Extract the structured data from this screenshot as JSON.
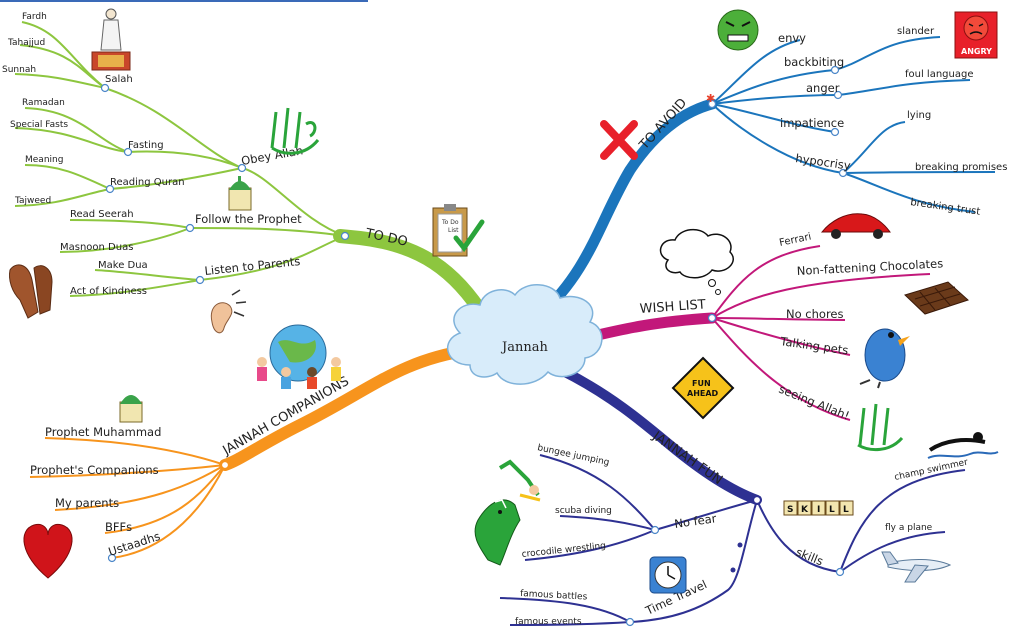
{
  "center": {
    "label": "Jannah"
  },
  "colors": {
    "todo": "#8dc63f",
    "companions": "#f7941d",
    "avoid": "#1b75bc",
    "wish": "#c2187a",
    "fun": "#2e3192",
    "accent_red": "#e8202a"
  },
  "branches": {
    "todo": {
      "label": "TO DO",
      "obey": {
        "label": "Obey Allah",
        "salah": {
          "label": "Salah",
          "items": [
            "Fardh",
            "Tahajjud",
            "Sunnah"
          ]
        },
        "fasting": {
          "label": "Fasting",
          "items": [
            "Ramadan",
            "Special Fasts"
          ]
        },
        "quran": {
          "label": "Reading Quran",
          "items": [
            "Meaning",
            "Tajweed"
          ]
        }
      },
      "prophet": {
        "label": "Follow the Prophet",
        "items": [
          "Read Seerah",
          "Masnoon Duas"
        ]
      },
      "parents": {
        "label": "Listen to Parents",
        "items": [
          "Make Dua",
          "Act of Kindness"
        ]
      }
    },
    "companions": {
      "label": "JANNAH COMPANIONS",
      "items": [
        "Prophet Muhammad",
        "Prophet's Companions",
        "My parents",
        "BFFs",
        "Ustaadhs"
      ]
    },
    "avoid": {
      "label": "TO AVOID",
      "items": [
        "envy",
        "backbiting",
        "anger",
        "impatience",
        "hypocrisy"
      ],
      "backbiting_sub": [
        "slander"
      ],
      "anger_sub": [
        "foul language"
      ],
      "hypocrisy_sub": [
        "lying",
        "breaking promises",
        "breaking trust"
      ]
    },
    "wish": {
      "label": "WISH LIST",
      "items": [
        "Ferrari",
        "Non-fattening Chocolates",
        "No chores",
        "Talking pets",
        "seeing Allah!"
      ]
    },
    "fun": {
      "label": "JANNAH FUN",
      "nofear": {
        "label": "No fear",
        "items": [
          "bungee jumping",
          "scuba diving",
          "crocodile wrestling"
        ]
      },
      "time": {
        "label": "Time Travel",
        "items": [
          "famous battles",
          "famous events"
        ]
      },
      "skills": {
        "label": "skills",
        "items": [
          "champ swimmer",
          "fly a plane"
        ]
      }
    }
  },
  "images": {
    "angry_face": "ANGRY",
    "fun_sign": [
      "FUN",
      "AHEAD"
    ],
    "skill_tiles": [
      "S",
      "K",
      "I",
      "L",
      "L"
    ],
    "todo_list": [
      "To Do",
      "List"
    ]
  },
  "icons": [
    "prayer-mat-icon",
    "allah-calligraphy-icon",
    "mosque-icon",
    "praying-hands-icon",
    "ear-icon",
    "globe-children-icon",
    "clipboard-icon",
    "red-cross-icon",
    "green-face-icon",
    "angry-face-icon",
    "sports-car-icon",
    "thought-cloud-icon",
    "chocolate-icon",
    "bird-icon",
    "fun-ahead-sign-icon",
    "swimmer-icon",
    "skill-tiles-icon",
    "diver-icon",
    "crocodile-icon",
    "clock-icon",
    "airplane-icon",
    "heart-icon"
  ]
}
